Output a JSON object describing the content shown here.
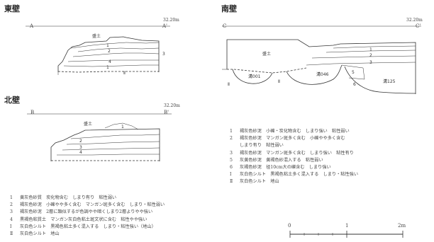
{
  "east": {
    "title": "東壁",
    "left_letter": "A",
    "right_letter": "A'",
    "elevation": "32.20m",
    "fill_label": "盛土",
    "layer_labels": [
      "1",
      "2",
      "3",
      "4",
      "1",
      "Ⅱ"
    ]
  },
  "north": {
    "title": "北壁",
    "left_letter": "B",
    "right_letter": "B'",
    "elevation": "32.20m",
    "fill_label": "盛土",
    "layer_labels": [
      "1",
      "2",
      "3",
      "4"
    ],
    "legend": [
      {
        "num": "1",
        "text": "黄灰色砂質　炭化物含む　しまり有り　粘性弱い"
      },
      {
        "num": "2",
        "text": "褐灰色砂泥　小礫やや多く含む　マンガン斑多く含む　しまり・粘性弱い"
      },
      {
        "num": "3",
        "text": "褐灰色砂泥　2層に類似するが色調やや暗くしまり2層よりやや強い"
      },
      {
        "num": "4",
        "text": "黒褐色粘質土　マンガン灰白色粘土斑文状に含む　粘性やや強い"
      },
      {
        "num": "Ⅰ",
        "text": "灰白色シルト　黒褐色粘土多く混入する　しまり・粘性強い（地山）"
      },
      {
        "num": "Ⅱ",
        "text": "灰白色シルト　地山"
      }
    ]
  },
  "south": {
    "title": "南壁",
    "left_letter": "C",
    "right_letter": "C'",
    "elevation": "32.20m",
    "fill_label": "盛土",
    "layer_labels": [
      "1",
      "2",
      "3",
      "5",
      "6"
    ],
    "feature_labels": [
      "溝001",
      "溝046",
      "溝125",
      "Ⅱ",
      "Ⅱ"
    ],
    "legend": [
      {
        "num": "1",
        "text": "褐灰色砂泥　小礫・炭化物含む　しまり強い　粘性弱い"
      },
      {
        "num": "2",
        "text": "褐灰色砂泥　マンガン斑多く含む　小礫やや多く含む"
      },
      {
        "num": "",
        "text": "しまり有り　粘性弱い"
      },
      {
        "num": "3",
        "text": "褐灰色砂泥　マンガン斑多く含む　しまり強い　粘性有り"
      },
      {
        "num": "5",
        "text": "灰黄色砂泥　黄褐色砂混入する　粘性弱い"
      },
      {
        "num": "6",
        "text": "灰褐色砂泥　径10cm大の礫含む　しまり強い"
      },
      {
        "num": "Ⅰ",
        "text": "灰白色シルト　黒褐色粘土多く混入する　しまり・粘性強い"
      },
      {
        "num": "Ⅱ",
        "text": "灰白色シルト　地山"
      }
    ]
  },
  "scale": {
    "ticks": [
      "0",
      "1",
      "2m"
    ]
  }
}
